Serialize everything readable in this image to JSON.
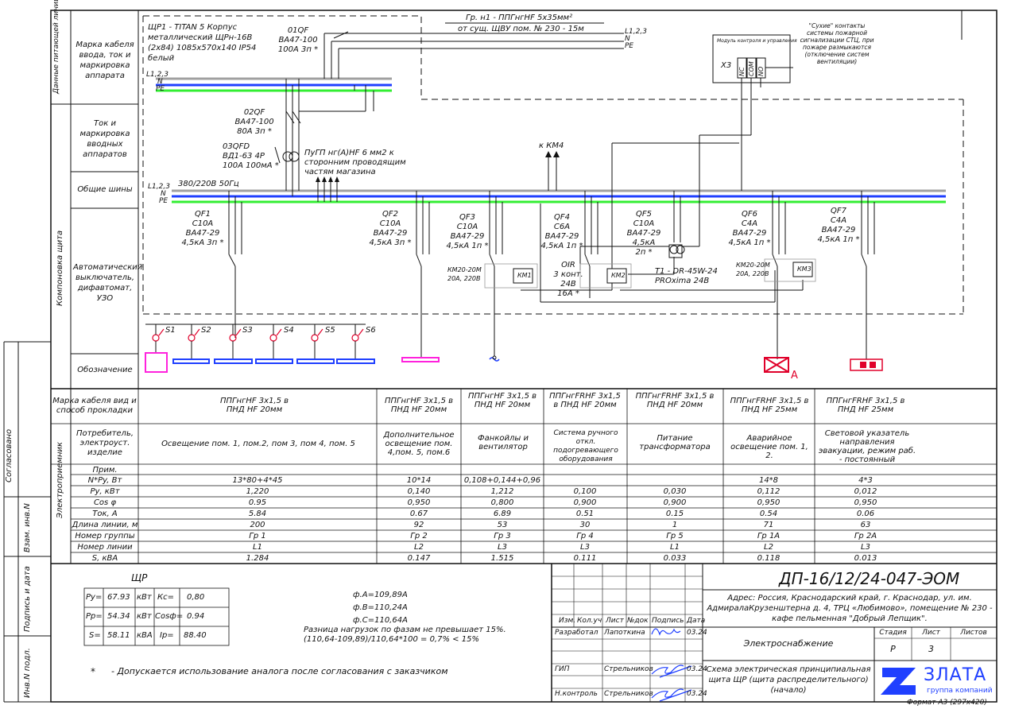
{
  "left_panel": {
    "data_lines": "Данные питающей линии",
    "panel_layout": "Компоновка щита",
    "consumer": "Электроприемник",
    "agreed": "Согласовано",
    "vzam": "Взам. инв.N",
    "sign_date": "Подпись и дата",
    "inv_orig": "Инв.N подл."
  },
  "row_labels": {
    "cable_mark": "Марка кабеля ввода, ток и маркировка аппарата",
    "current_mark": "Ток и маркировка вводных аппаратов",
    "buses": "Общие шины",
    "breakers": "Автоматический выключатель, дифавтомат, УЗО",
    "designation": "Обозначение",
    "cable_way": "Марка кабеля вид и способ прокладки",
    "consumer_name": "Потребитель, электроуст. изделие"
  },
  "panel": {
    "title1": "ЩР1 - TITAN 5 Корпус",
    "title2": "металлический ЩРн-16В",
    "title3": "(2х84) 1085х570х140 IP54",
    "title4": "белый",
    "q01_name": "01QF",
    "q01_type": "ВА47-100",
    "q01_rating": "100А 3п *",
    "q02_name": "02QF",
    "q02_type": "ВА47-100",
    "q02_rating": "80А 3п *",
    "q03_name": "03QFD",
    "q03_type": "ВД1-63 4Р",
    "q03_rating": "100А 100мА *",
    "pugp1": "ПуГП нг(А)HF 6 мм2 к",
    "pugp2": "сторонним проводящим",
    "pugp3": "частям магазина",
    "l123": "L1,2,3",
    "n": "N",
    "pe": "PE",
    "voltage": "380/220В  50Гц",
    "km4": "к КМ4",
    "feed_line": "Гр. н1 - ППГнгHF 5х35мм²",
    "feed_from": "от сущ. ЩВУ пом. № 230 - 15м",
    "module": "Модуль контроля и управления",
    "x3": "Х3",
    "nc": "NC",
    "com": "COM",
    "no": "NO",
    "dry1": "\"Сухие\" контакты",
    "dry2": "системы пожарной",
    "dry3": "сигнализации СТЦ, при",
    "dry4": "пожаре размыкаются",
    "dry5": "(отключение систем",
    "dry6": "вентиляции)",
    "breakers": [
      {
        "name": "QF1",
        "r": "С10А",
        "t": "ВА47-29",
        "k": "4,5кА 3п *"
      },
      {
        "name": "QF2",
        "r": "С10А",
        "t": "ВА47-29",
        "k": "4,5кА 3п *"
      },
      {
        "name": "QF3",
        "r": "С10А",
        "t": "ВА47-29",
        "k": "4,5кА 1п *"
      },
      {
        "name": "QF4",
        "r": "С6А",
        "t": "ВА47-29",
        "k": "4,5кА 1п *"
      },
      {
        "name": "QF5",
        "r": "С10А",
        "t": "ВА47-29",
        "k": "4,5кА",
        "k2": "2п *"
      },
      {
        "name": "QF6",
        "r": "С4А",
        "t": "ВА47-29",
        "k": "4,5кА 1п *"
      },
      {
        "name": "QF7",
        "r": "С4А",
        "t": "ВА47-29",
        "k": "4,5кА 1п *"
      }
    ],
    "km1": "КМ1",
    "km2": "КМ2",
    "km3": "КМ3",
    "km20a": "КМ20-20М",
    "km20b": "20А, 220В",
    "oir1": "OIR",
    "oir2": "3 конт.",
    "oir3": "24В",
    "oir4": "16А *",
    "t1a": "Т1 - DR-45W-24",
    "t1b": "PROxima 24В",
    "switches": [
      "S1",
      "S2",
      "S3",
      "S4",
      "S5",
      "S6"
    ],
    "emerg_letter": "А"
  },
  "table": {
    "cables": [
      "ППГнгHF 3х1,5 в ПНД HF 20мм",
      "ППГнгHF 3х1,5 в ПНД HF 20мм",
      "ППГнгHF 3х1,5 в ПНД HF 20мм",
      "ППГнгFRHF 3х1,5 в ПНД HF 20мм",
      "ППГнгFRHF 3х1,5 в ПНД HF 20мм",
      "ППГнгFRHF 3х1,5 в ПНД HF 25мм",
      "ППГнгFRHF 3х1,5 в ПНД HF 25мм"
    ],
    "consumers": [
      "Освещение пом. 1, пом.2, пом 3, пом 4, пом. 5",
      "Дополнительное освещение пом. 4,пом. 5, пом.6",
      "Фанкойлы и вентилятор",
      "Система ручного откл. подогревающего оборудования",
      "Питание трансформатора",
      "Аварийное освещение пом. 1, 2.",
      "Световой указатель направления эвакуации, режим раб. - постоянный"
    ],
    "row_names": [
      "Прим.",
      "N*Py, Вт",
      "Ру, кВт",
      "Cos φ",
      "Ток, А",
      "Длина линии, м",
      "Номер группы",
      "Номер линии",
      "S, кВА"
    ],
    "rows": [
      [
        "",
        "",
        "",
        "",
        "",
        "",
        ""
      ],
      [
        "13*80+4*45",
        "10*14",
        "0,108+0,144+0,96",
        "",
        "",
        "14*8",
        "4*3"
      ],
      [
        "1,220",
        "0,140",
        "1,212",
        "0,100",
        "0,030",
        "0,112",
        "0,012"
      ],
      [
        "0.95",
        "0,950",
        "0,800",
        "0,900",
        "0,900",
        "0,950",
        "0,950"
      ],
      [
        "5.84",
        "0.67",
        "6.89",
        "0.51",
        "0.15",
        "0.54",
        "0.06"
      ],
      [
        "200",
        "92",
        "53",
        "30",
        "1",
        "71",
        "63"
      ],
      [
        "Гр 1",
        "Гр 2",
        "Гр 3",
        "Гр 4",
        "Гр 5",
        "Гр 1А",
        "Гр 2А"
      ],
      [
        "L1",
        "L2",
        "L3",
        "L3",
        "L1",
        "L2",
        "L3"
      ],
      [
        "1.284",
        "0.147",
        "1.515",
        "0.111",
        "0.033",
        "0.118",
        "0.013"
      ]
    ]
  },
  "summary": {
    "title": "ЩР",
    "py_l": "Ру=",
    "py_v": "67.93",
    "py_u": "кВт",
    "kc_l": "Кс=",
    "kc_v": "0,80",
    "pp_l": "Рр=",
    "pp_v": "54.34",
    "pp_u": "кВт",
    "cos_l": "Cosф=",
    "cos_v": "0.94",
    "s_l": "S=",
    "s_v": "58.11",
    "s_u": "кВА",
    "ip_l": "Iр=",
    "ip_v": "88.40",
    "fa": "ф.А=109,89А",
    "fb": "ф.В=110,24А",
    "fc": "ф.С=110,64А",
    "diff1": "Разница нагрузок по фазам не превышает 15%.",
    "diff2": "(110,64-109,89)/110,64*100 = 0,7% < 15%",
    "note_star": "*",
    "note": "- Допускается использование аналога после согласования с заказчиком"
  },
  "stamp": {
    "code": "ДП-16/12/24-047-ЭОМ",
    "addr1": "Адрес: Россия, Краснодарский край, г. Краснодар, ул. им.",
    "addr2": "АдмиралаКрузенштерна д. 4, ТРЦ «Любимово», помещение № 230 -",
    "addr3": "кафе пельменная \"Добрый Лепщик\".",
    "h_izm": "Изм.",
    "h_kol": "Кол.уч",
    "h_list": "Лист",
    "h_doc": "№док",
    "h_sign": "Подпись",
    "h_date": "Дата",
    "dev_role": "Разработал",
    "dev_name": "Лапоткина",
    "dev_date": "03.24",
    "gip_role": "ГИП",
    "gip_name": "Стрельников",
    "gip_date": "03.24",
    "nk_role": "Н.контроль",
    "nk_name": "Стрельников",
    "nk_date": "03.24",
    "section": "Электроснабжение",
    "stage_h": "Стадия",
    "sheet_h": "Лист",
    "sheets_h": "Листов",
    "stage": "Р",
    "sheet": "3",
    "sheets": "",
    "desc1": "Схема электрическая принципиальная",
    "desc2": "щита ЩР (щита распределительного)",
    "desc3": "(начало)",
    "logo_name": "ЗЛАТА",
    "logo_sub": "группа компаний",
    "format": "Формат А3 (297х420)"
  },
  "colors": {
    "n_bus": "#1f3fff",
    "pe_bus": "#33ee33",
    "gray_bus": "#a0a0a0",
    "accent_red": "#e0002a",
    "magenta": "#ff22dd",
    "blue": "#1f3fff"
  }
}
